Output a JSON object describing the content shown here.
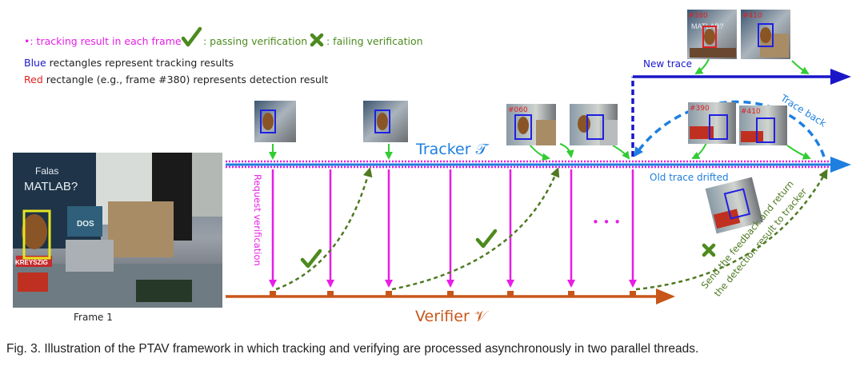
{
  "legend": {
    "dot_symbol": "•",
    "tracking_text": ": tracking result in each frame",
    "passing_text": ": passing verification",
    "failing_text": ": failing verification",
    "blue_word": "Blue",
    "blue_rest": " rectangles represent tracking results",
    "red_word": "Red",
    "red_rest": " rectangle (e.g., frame #380) represents detection result"
  },
  "labels": {
    "tracker": "Tracker 𝒯",
    "verifier": "Verifier 𝒱",
    "request_verification": "Request verification",
    "new_trace": "New trace",
    "trace_back": "Trace back",
    "old_trace_drifted": "Old trace drifted",
    "feedback_line1": "Send the feedback and return",
    "feedback_line2": "the detection result to tracker",
    "ellipsis": "• • •",
    "frame1": "Frame 1"
  },
  "frames": {
    "f060": "#060",
    "f390": "#390",
    "f410_bottom": "#410",
    "f380": "#380",
    "f410_top": "#410"
  },
  "caption": "Fig. 3. Illustration of the PTAV framework in which tracking and verifying are processed asynchronously in two parallel threads.",
  "colors": {
    "magenta": "#e61ee6",
    "tracker_blue": "#1e7fe0",
    "new_trace_blue": "#1a16c8",
    "verifier_orange": "#c8561a",
    "olive_green": "#4f7a22",
    "check_green": "#4c8a1e",
    "arrow_green": "#33cc33",
    "red": "#e02020"
  }
}
